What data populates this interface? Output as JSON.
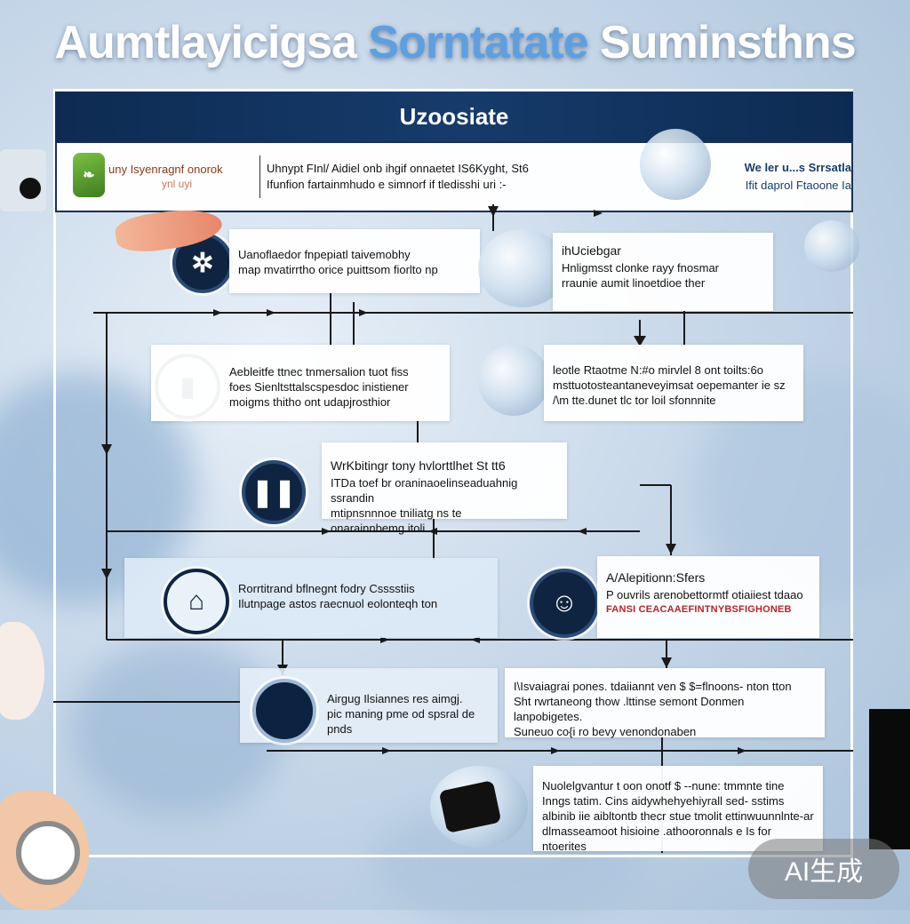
{
  "title": {
    "main": "Aumtlayicigsa",
    "accent": "Sorntatate",
    "tail": "Suminsthns"
  },
  "header": {
    "label": "Uzoosiate",
    "left_brand": "uny Isyenragnf onorok",
    "left_brand_sub": "ynl uyi",
    "center_line1": "Uhnypt FInl/ Aidiel onb ihgif onnaetet  IS6Kyght, St6",
    "center_line2": "Ifunfion fartainmhudo e simnorf if tledisshi uri :-",
    "right_line1": "We ler u...s  Srrsatla",
    "right_line2": "Ifit daprol Ftaoone Ia"
  },
  "steps": [
    {
      "id": "s1",
      "line1": "Uanoflaedor fnpepiatl taivemobhy",
      "line2": "map  mvatirrtho orice puittsom fiorlto np"
    },
    {
      "id": "s2",
      "title": "ihUciebgar",
      "line1": "Hnligmsst clonke  rayy fnosmar",
      "line2": "rraunie aumit linoetdioe ther"
    },
    {
      "id": "s3",
      "line1": "Aebleitfe ttnec tnmersalion tuot fiss",
      "line2": "foes Sienltsttalscspesdoc  inistiener",
      "line3": "moigms thitho ont udapjrosthior"
    },
    {
      "id": "s4",
      "line1": "leotle Rtaotme N:#o  mirvlel  8 ont toilts:6o",
      "line2": "msttuotosteantaneveyimsat oepemanter ie sz",
      "line3": "/\\m tte.dunet tlc tor loil sfonnnite"
    },
    {
      "id": "s5",
      "title": "WrKbitingr tony hvlorttlhet  St  tt6",
      "line1": "ITDa toef br oraninaoelinseaduahnig ssrandin",
      "line2": "mtipnsnnnoe tniliatg ns te onarainnbemg.itoli"
    },
    {
      "id": "s6",
      "line1": "Rorrtitrand bflnegnt fodry Csssstiis",
      "line2": "Ilutnpage astos raecnuol eolonteqh ton"
    },
    {
      "id": "s7",
      "title": "A/Alepitionn:Sfers",
      "line1": "P ouvrils arenobettormtf otiaiiest tdaao",
      "red": "FANSI CEACAAEFINTNYBSFIGHONEB"
    },
    {
      "id": "s8",
      "line1": "Airgug Ilsiannes res aimgj.",
      "line2": "pic maning pme od spsral de pnds"
    },
    {
      "id": "s9",
      "line1": "I\\Isvaiagrai pones. tdaiiannt ven  $ $=flnoons- nton tton",
      "line2": "Sht rwrtaneong thow  .lttinse semont Donmen lanpobigetes.",
      "line3": "Suneuo co{i  ro bevy venondonaben"
    },
    {
      "id": "s10",
      "line1": "Nuolelgvantur t oon onotf  $ --nune: tmmnte tine",
      "line2": "Inngs tatim. Cins aidywhehyehiyrall sed- sstims",
      "line3": "albinib iie aibltontb thecr stue tmolit ettinwuunnlnte-ar",
      "line4": "dlmasseamoot hisioine .athooronnals e Is for ntoerites"
    }
  ],
  "badge": "AI生成"
}
